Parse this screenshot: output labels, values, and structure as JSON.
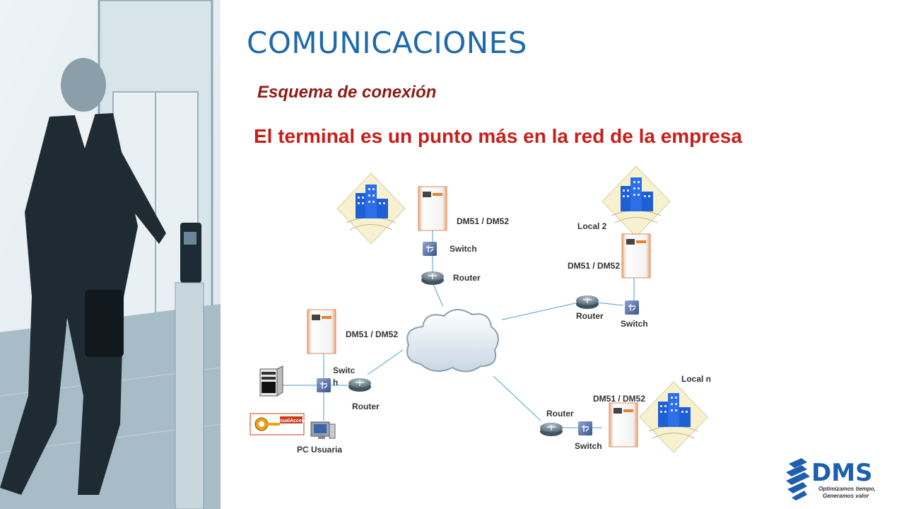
{
  "title": "COMUNICACIONES",
  "subtitle": "Esquema de conexión",
  "headline": "El terminal es un punto más en la red de la empresa",
  "diagram": {
    "labels": {
      "dm_top": "DM51 / DM52",
      "switch_top": "Switch",
      "router_top": "Router",
      "local2": "Local 2",
      "dm_right": "DM51 / DM52",
      "router_right": "Router",
      "switch_right": "Switch",
      "dm_left": "DM51 / DM52",
      "switch_left_a": "Switc",
      "switch_left_b": "h",
      "router_left": "Router",
      "pc_usuaria": "PC Usuaria",
      "localn": "Local n",
      "dm_bottom": "DM51 / DM52",
      "router_bottom": "Router",
      "switch_bottom": "Switch"
    },
    "software_brand": "VisualAccess"
  },
  "logo": {
    "name": "DMS",
    "tagline_1": "Optimizamos tiempo,",
    "tagline_2": "Generamos valor"
  },
  "colors": {
    "title_blue": "#1f6aa9",
    "subtitle_red": "#8e1c16",
    "headline_red": "#c91e18",
    "building_blue": "#1f5fd6",
    "logo_blue": "#1d5fae"
  }
}
